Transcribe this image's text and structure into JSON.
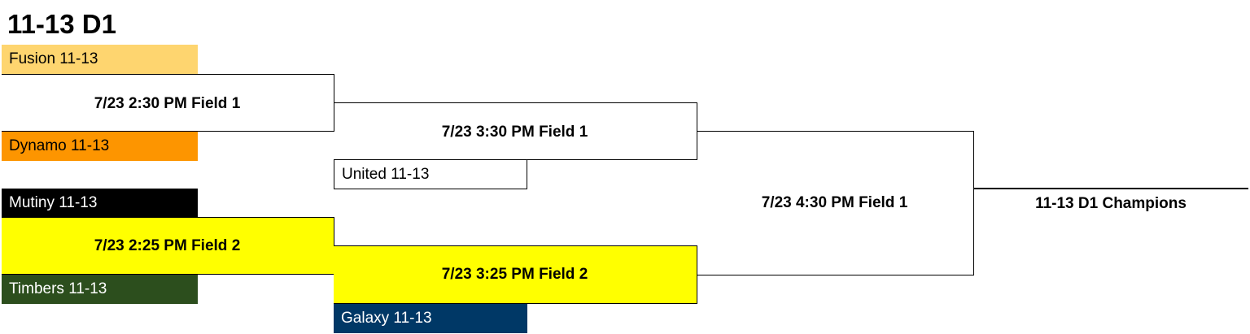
{
  "bracket": {
    "title": "11-13 D1",
    "teams": {
      "fusion": {
        "name": "Fusion 11-13",
        "color": "#fed56f"
      },
      "dynamo": {
        "name": "Dynamo 11-13",
        "color": "#fd9500"
      },
      "mutiny": {
        "name": "Mutiny 11-13",
        "color": "#000000"
      },
      "timbers": {
        "name": "Timbers 11-13",
        "color": "#2c4e1d"
      },
      "united": {
        "name": "United 11-13",
        "color": "#ffffff"
      },
      "galaxy": {
        "name": "Galaxy 11-13",
        "color": "#003866"
      }
    },
    "matches": {
      "m1": "7/23 2:30 PM Field 1",
      "m2": "7/23 2:25 PM Field 2",
      "m3": "7/23 3:30 PM Field 1",
      "m4": "7/23 3:25 PM Field 2",
      "final": "7/23 4:30 PM Field 1"
    },
    "champion": "11-13 D1 Champions",
    "highlight_color": "#ffff00"
  }
}
